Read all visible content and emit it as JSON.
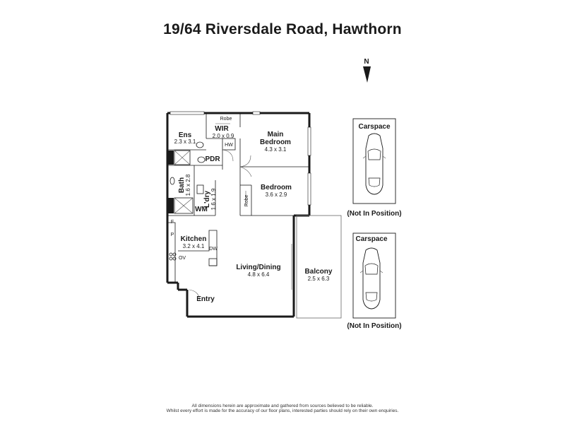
{
  "title": "19/64 Riversdale Road, Hawthorn",
  "compass": {
    "label": "N"
  },
  "rooms": {
    "robe_top": "Robe",
    "wir": {
      "label": "WIR",
      "dim": "2.0 x 0.9"
    },
    "ens": {
      "label": "Ens",
      "dim": "2.3 x 3.1"
    },
    "main_bedroom": {
      "label_line1": "Main",
      "label_line2": "Bedroom",
      "dim": "4.3 x 3.1"
    },
    "hw": "HW",
    "pdr": "PDR",
    "bath": {
      "label": "Bath",
      "dim": "1.6 x 2.8"
    },
    "ldry": {
      "label": "L'dry",
      "dim": "1.6 x 1.9"
    },
    "wm": "WM",
    "bedroom": {
      "label": "Bedroom",
      "dim": "3.6 x 2.9"
    },
    "robe_side": "Robe",
    "kitchen": {
      "label": "Kitchen",
      "dim": "3.2 x 4.1"
    },
    "fridge": "F",
    "pantry": "P",
    "dw": "DW",
    "ov": "OV",
    "living": {
      "label": "Living/Dining",
      "dim": "4.8 x 6.4"
    },
    "balcony": {
      "label": "Balcony",
      "dim": "2.5 x 6.3"
    },
    "entry": "Entry"
  },
  "carspaces": [
    {
      "label": "Carspace",
      "note": "(Not In Position)"
    },
    {
      "label": "Carspace",
      "note": "(Not In Position)"
    }
  ],
  "disclaimer": {
    "line1": "All dimensions herein are approximate and gathered from sources believed to be reliable.",
    "line2": "Whilst every effort is made for the accuracy of our floor plans, interested parties should rely on their own enquiries."
  }
}
